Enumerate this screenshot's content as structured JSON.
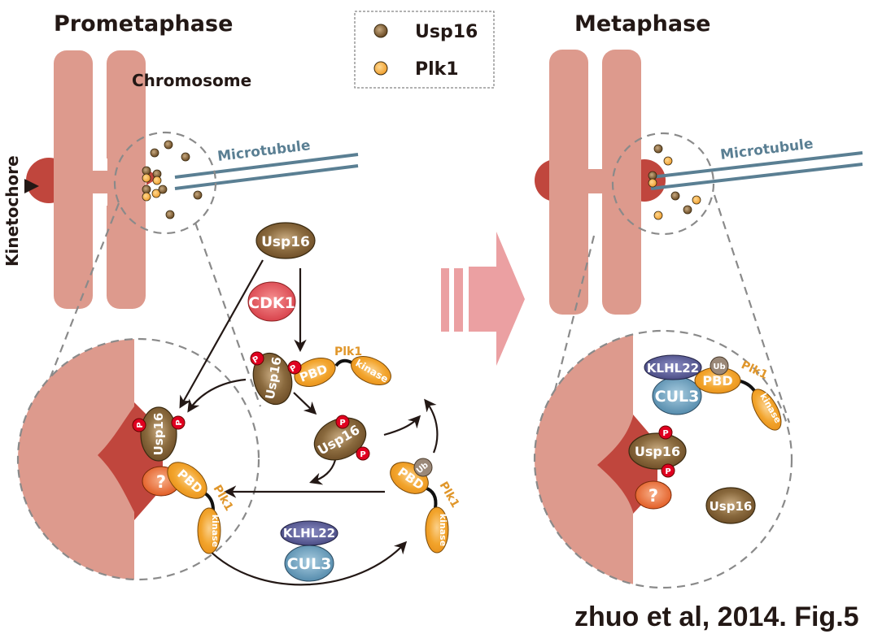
{
  "figure": {
    "citation": "zhuo et al, 2014. Fig.5",
    "colors": {
      "chromosome": "#dd9a8d",
      "kinetochore": "#c0463d",
      "microtubule": "#5a7f93",
      "usp16": "#7a5a32",
      "plk1": "#f0a020",
      "cdk1": "#d9414a",
      "klhl22": "#4d4f8e",
      "cul3": "#5a8fb0",
      "ub": "#9a8878",
      "phospho": "#e00020",
      "unknown": "#e8662a",
      "transition_arrow": "#eba0a2"
    }
  },
  "legend": {
    "items": [
      {
        "label": "Usp16",
        "color": "#7a5a32"
      },
      {
        "label": "Plk1",
        "color": "#f0a838"
      }
    ]
  },
  "prometaphase": {
    "title": "Prometaphase",
    "chromosome_label": "Chromosome",
    "kinetochore_label": "Kinetochore",
    "microtubule_label": "Microtubule",
    "pathway": {
      "usp16_free": "Usp16",
      "cdk1": "CDK1",
      "usp16_phos_bound": "Usp16",
      "plk1_label": "Plk1",
      "pbd": "PBD",
      "kinase": "kinase",
      "usp16_released": "Usp16",
      "ub": "Ub",
      "pbd_ub": "PBD",
      "plk1_ub_label": "Plk1",
      "kinase_ub": "kinase",
      "klhl22": "KLHL22",
      "cul3": "CUL3",
      "phospho": "P"
    },
    "kinetochore_complex": {
      "usp16": "Usp16",
      "unknown": "?",
      "pbd": "PBD",
      "plk1_label": "Plk1",
      "kinase": "kinase"
    }
  },
  "transition": {
    "direction": "prometaphase-to-metaphase"
  },
  "metaphase": {
    "title": "Metaphase",
    "microtubule_label": "Microtubule",
    "complex": {
      "klhl22": "KLHL22",
      "cul3": "CUL3",
      "ub": "Ub",
      "pbd": "PBD",
      "plk1_label": "Plk1",
      "kinase": "kinase",
      "usp16_phos": "Usp16",
      "unknown": "?",
      "usp16_free": "Usp16",
      "phospho": "P"
    }
  }
}
